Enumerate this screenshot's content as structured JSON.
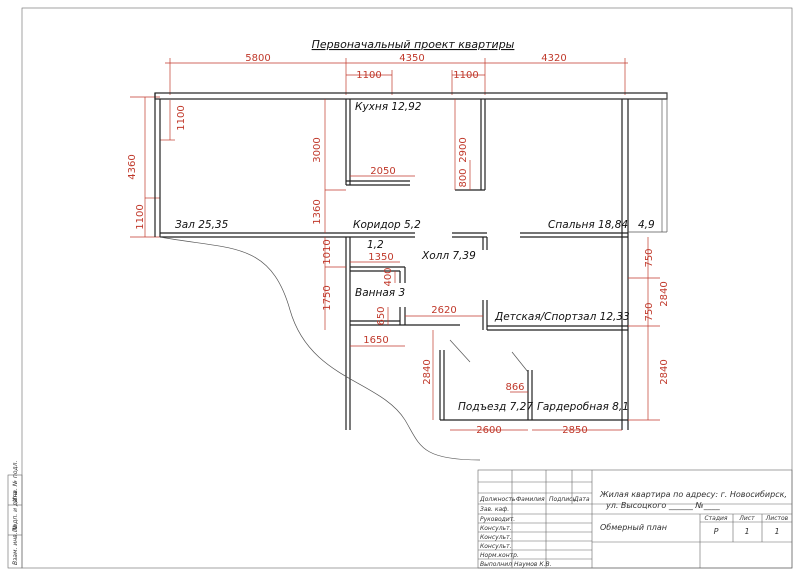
{
  "title": "Первоначальный проект квартиры",
  "rooms": {
    "kitchen": "Кухня 12,92",
    "hall_room": "Зал 25,35",
    "corridor": "Коридор 5,2",
    "bedroom": "Спальня 18,84",
    "balcony": "4,9",
    "wc": "1,2",
    "lobby": "Холл 7,39",
    "bathroom": "Ванная 3",
    "kids_gym": "Детская/Спортзал 12,33",
    "entrance": "Подъезд 7,27",
    "wardrobe": "Гардеробная 8,1"
  },
  "dimensions": {
    "top_5800": "5800",
    "top_4350": "4350",
    "top_4320": "4320",
    "top_1100a": "1100",
    "top_1100b": "1100",
    "left_4360": "4360",
    "left_1100a": "1100",
    "left_1100b": "1100",
    "k_3000": "3000",
    "k_1360": "1360",
    "k_2900": "2900",
    "k_800": "800",
    "k_2050": "2050",
    "c_1010": "1010",
    "c_1350": "1350",
    "c_400": "400",
    "c_1750": "1750",
    "c_650": "650",
    "c_2620": "2620",
    "c_1650": "1650",
    "c_2840": "2840",
    "c_866": "866",
    "b_2600": "2600",
    "b_2850": "2850",
    "r_750a": "750",
    "r_2840a": "2840",
    "r_750b": "750",
    "r_2840b": "2840"
  },
  "stamp": {
    "col_position": "Должность",
    "col_surname": "Фамилия",
    "col_signature": "Подпись",
    "col_date": "Дата",
    "rows": [
      "Зав. каф.",
      "Руководит.",
      "Консульт.",
      "Консульт.",
      "Консульт.",
      "Норм.контр.",
      "Выполнил"
    ],
    "performer": "Наумов К.В.",
    "project": "Жилая квартира по адресу: г. Новосибирск,",
    "street": "ул. Высоцкого ______ №____",
    "sheet_title": "Обмерный план",
    "stage_label": "Стадия",
    "sheet_label": "Лист",
    "sheets_label": "Листов",
    "stage": "Р",
    "sheet": "1",
    "sheets": "1"
  },
  "side_stamp": [
    "Инв. № подл.",
    "Подп. и дата",
    "Взам. инв. №"
  ]
}
